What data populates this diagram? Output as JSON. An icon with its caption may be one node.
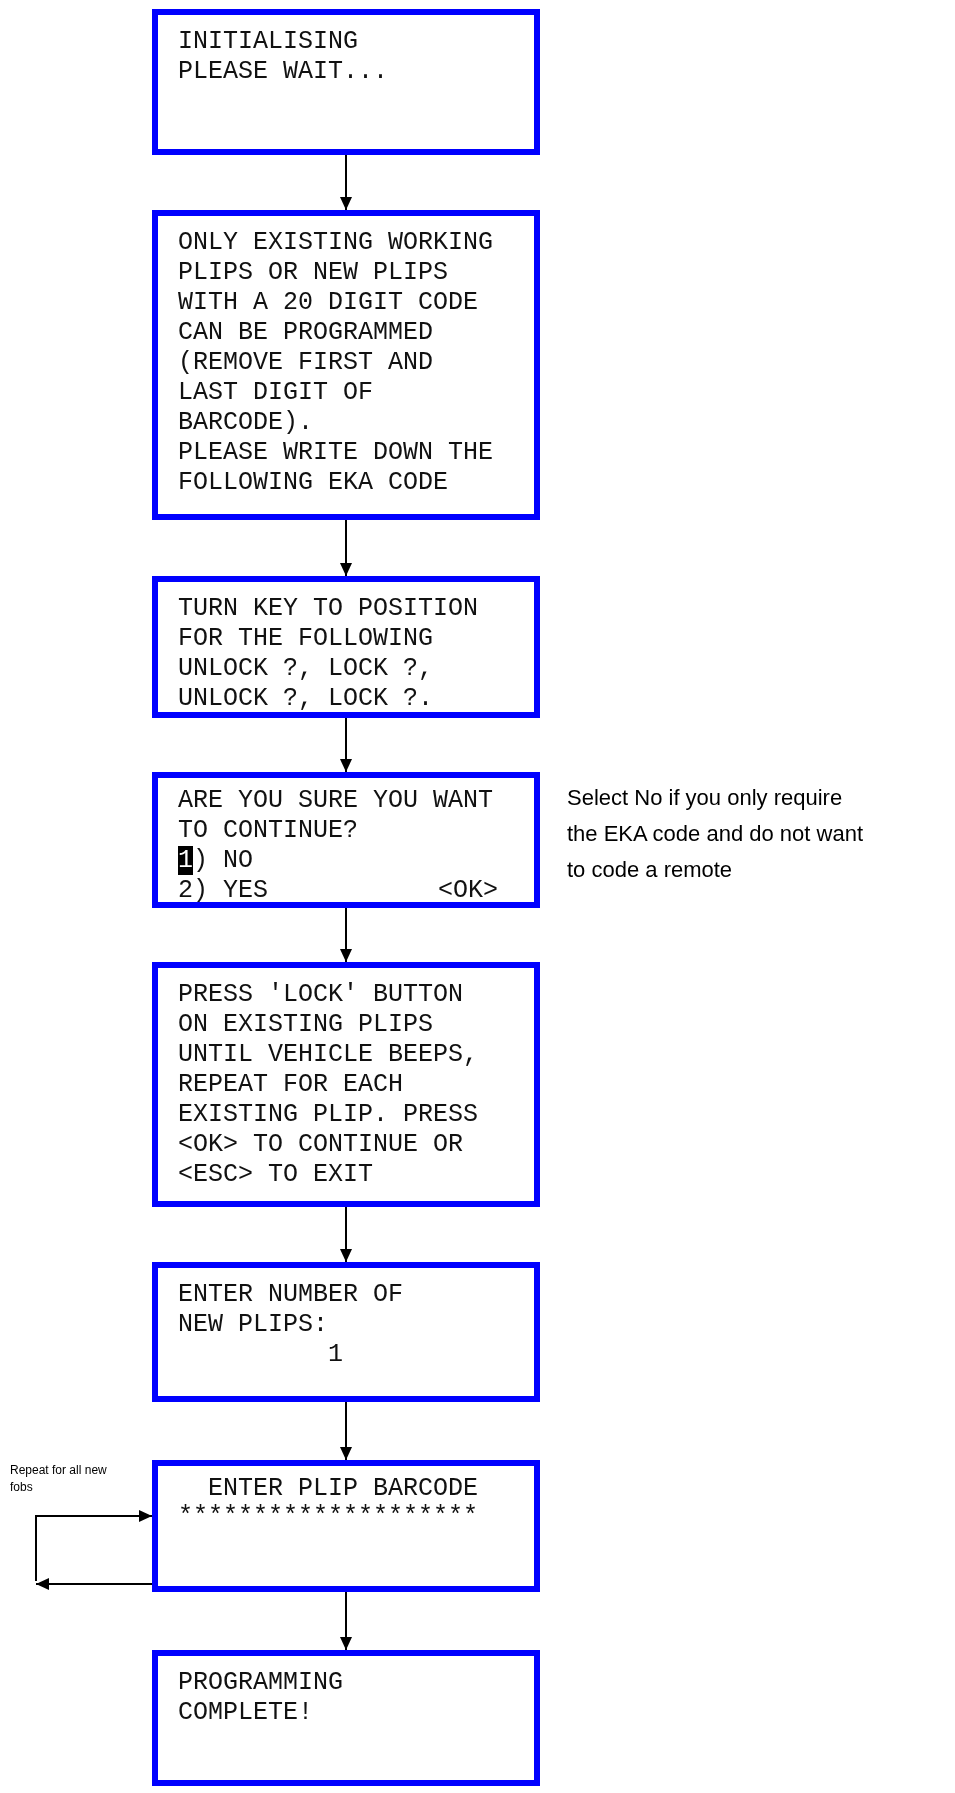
{
  "diagram": {
    "nodes": [
      {
        "text": [
          "INITIALISING PLEASE WAIT..."
        ]
      },
      {
        "text": [
          "ONLY EXISTING WORKING PLIPS OR NEW PLIPS WITH A 20 DIGIT CODE CAN BE PROGRAMMED (REMOVE FIRST AND LAST DIGIT OF BARCODE).",
          "PLEASE WRITE DOWN THE FOLLOWING EKA CODE"
        ]
      },
      {
        "text": [
          "TURN KEY TO POSITION FOR THE FOLLOWING UNLOCK ?, LOCK ?, UNLOCK ?, LOCK ?."
        ]
      },
      {
        "text": [
          "ARE YOU SURE YOU WANT TO CONTINUE?",
          "1) NO",
          "2) YES",
          "<OK>"
        ],
        "beside": [
          "Select No if you only require the EKA code and do not want to code a remote"
        ]
      },
      {
        "text": [
          "PRESS 'LOCK' BUTTON ON EXISTING PLIPS UNTIL VEHICLE BEEPS, REPEAT FOR EACH EXISTING PLIP. PRESS <OK> TO CONTINUE OR <ESC> TO EXIT"
        ]
      },
      {
        "text": [
          "ENTER NUMBER OF NEW PLIPS:",
          "1"
        ]
      },
      {
        "text": [
          "ENTER PLIP BARCODE",
          "********************"
        ]
      },
      {
        "text": [
          "PROGRAMMING COMPLETE!"
        ]
      }
    ],
    "edges": [
      {
        "from": 0,
        "to": 1,
        "arrow": "to"
      },
      {
        "from": 1,
        "to": 2,
        "arrow": "to"
      },
      {
        "from": 2,
        "to": 3,
        "arrow": "to"
      },
      {
        "from": 3,
        "to": 4,
        "arrow": "to"
      },
      {
        "from": 4,
        "to": 5,
        "arrow": "to"
      },
      {
        "from": 5,
        "to": 6,
        "arrow": "to"
      },
      {
        "from": 6,
        "to": 7,
        "arrow": "to"
      },
      {
        "from": 6,
        "to": null,
        "arrow": "to"
      },
      {
        "from": null,
        "to": 6,
        "arrow": "to"
      }
    ],
    "labels": [
      "Repeat for all new fobs"
    ]
  }
}
